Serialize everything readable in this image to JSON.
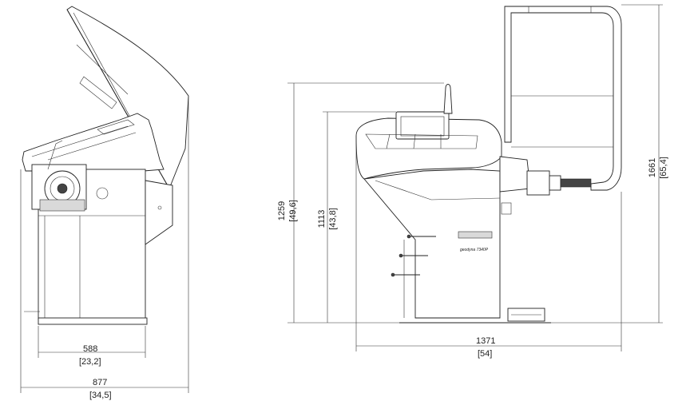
{
  "dimensions": {
    "side_inner_width_mm": "588",
    "side_inner_width_in": "[23,2]",
    "side_outer_width_mm": "877",
    "side_outer_width_in": "[34,5]",
    "front_width_mm": "1371",
    "front_width_in": "[54]",
    "height_console_mm": "1259",
    "height_console_in": "[49,6]",
    "height_shaft_mm": "1113",
    "height_shaft_in": "[43,8]",
    "height_hood_mm": "1661",
    "height_hood_in": "[65,4]"
  },
  "labels": {
    "brand_plate": "geodyna 7340P"
  }
}
